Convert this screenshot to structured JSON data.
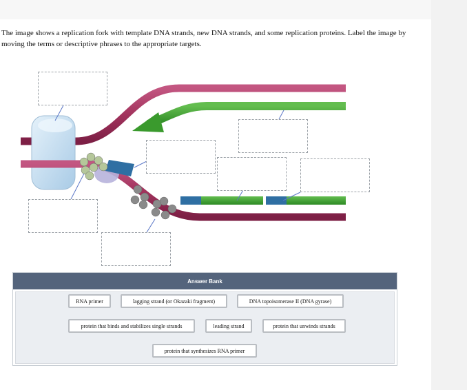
{
  "instructions": "The image shows a replication fork with template DNA strands, new DNA strands, and some replication proteins. Label the image by moving the terms or descriptive phrases to the appropriate targets.",
  "answer_bank": {
    "title": "Answer Bank",
    "terms": [
      "RNA primer",
      "lagging strand (or Okazaki fragment)",
      "DNA topoisomerase II (DNA gyrase)",
      "protein that binds and stabilizes single strands",
      "leading strand",
      "protein that unwinds strands",
      "protein that synthesizes RNA primer"
    ]
  },
  "colors": {
    "template_strand": "#a2335d",
    "new_strand": "#3a9a2d",
    "rna_primer": "#2f6fa3",
    "topoisomerase": "#c8dff0",
    "helicase": "#b7b3dc",
    "ssb_light": "#b5c79a",
    "ssb_gray": "#8a8a8a",
    "header": "#54647c"
  }
}
